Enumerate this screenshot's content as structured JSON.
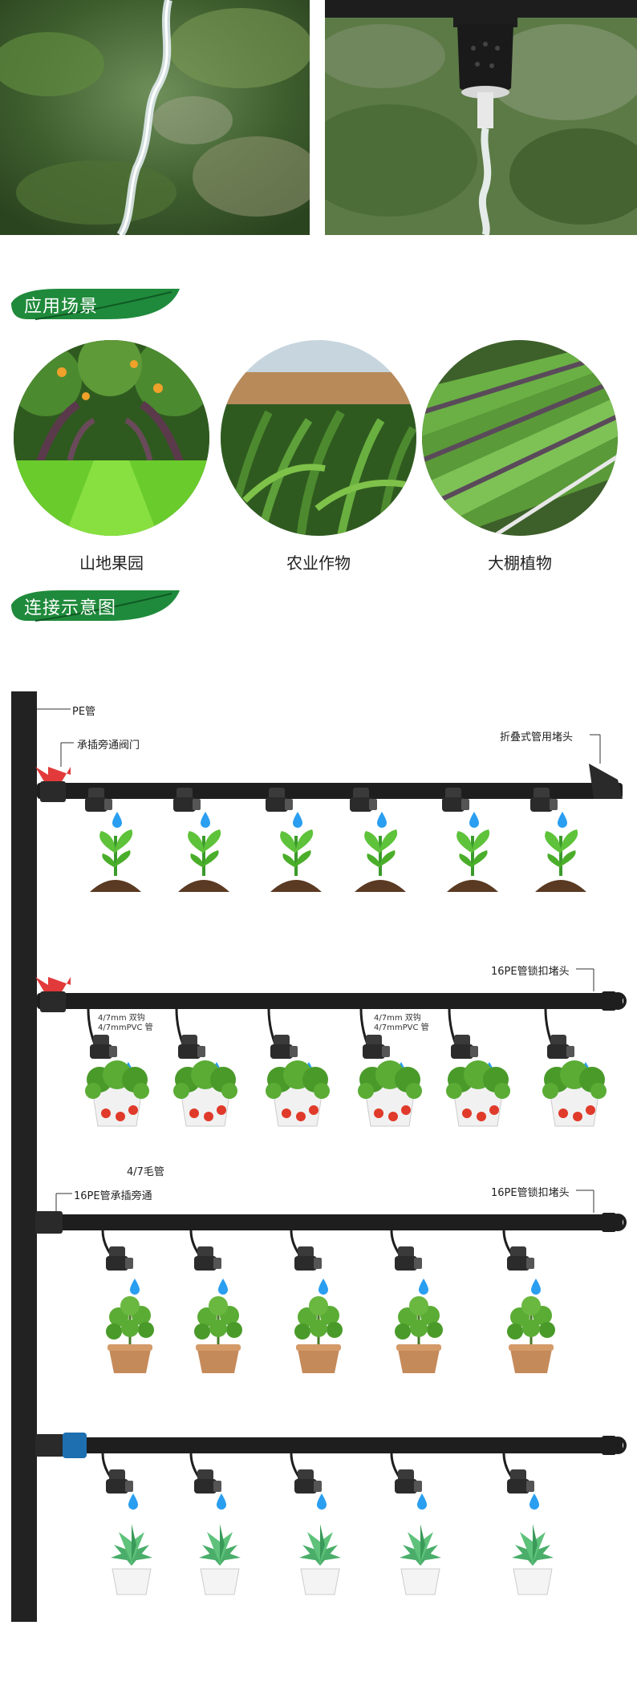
{
  "sections": {
    "application": {
      "title": "应用场景"
    },
    "connection": {
      "title": "连接示意图"
    }
  },
  "scenes": [
    {
      "label": "山地果园",
      "icon": "orchard-image"
    },
    {
      "label": "农业作物",
      "icon": "corn-field-image"
    },
    {
      "label": "大棚植物",
      "icon": "greenhouse-image"
    }
  ],
  "diagram": {
    "labels": {
      "pe_pipe": "PE管",
      "bypass_valve": "承插旁通阀门",
      "folding_end_plug": "折叠式管用堵头",
      "lock_plug_1": "16PE管锁扣堵头",
      "double_hook": "4/7mm 双钩",
      "pvc_pipe": "4/7mmPVC 管",
      "double_hook_2": "4/7mm 双钩",
      "pvc_pipe_2": "4/7mmPVC 管",
      "capillary": "4/7毛管",
      "socket_bypass": "16PE管承插旁通",
      "lock_plug_2": "16PE管锁扣堵头"
    }
  },
  "colors": {
    "accent_green": "#1f8a3b",
    "pipe": "#1c1c1c",
    "valve_red": "#e23a3a",
    "water_blue": "#2a9ef0"
  }
}
